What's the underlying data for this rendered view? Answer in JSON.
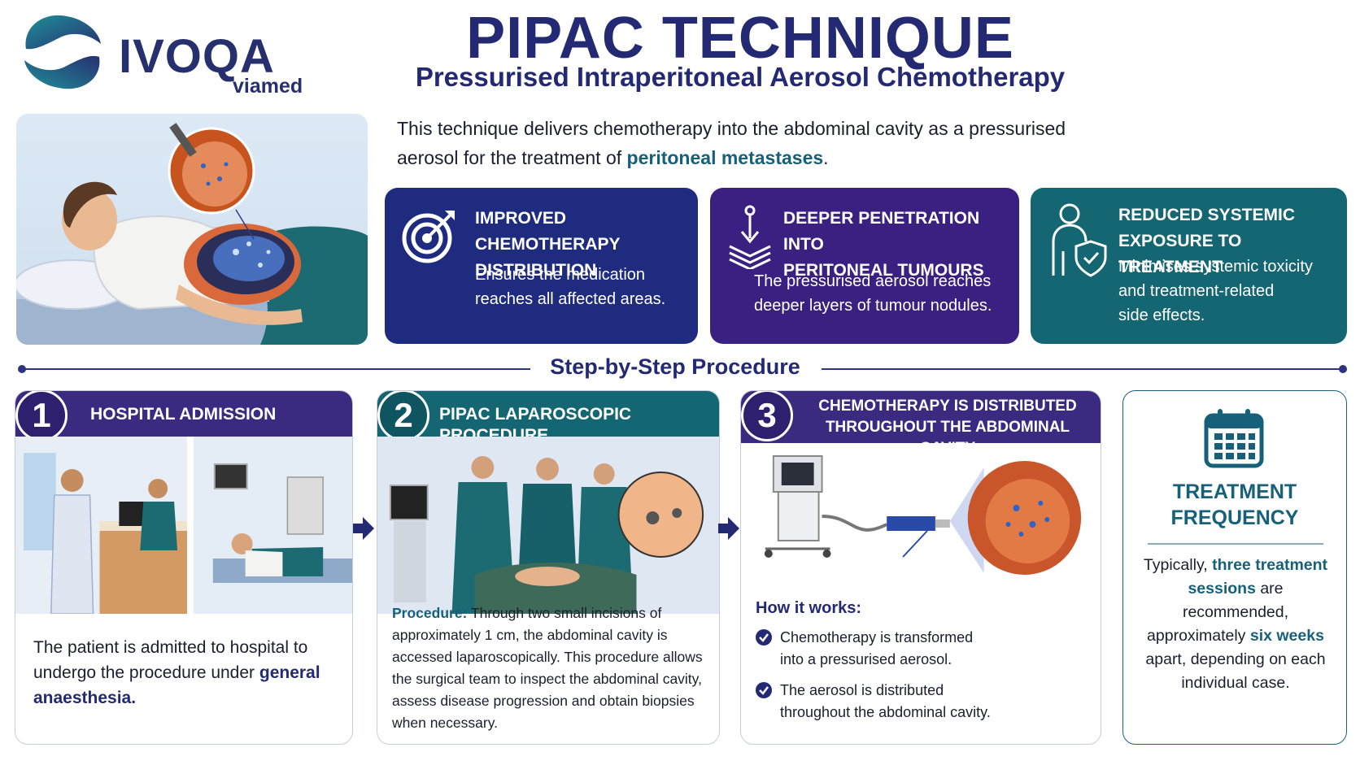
{
  "brand": {
    "name": "IVOQA",
    "sub": "viamed",
    "icon": "logo-mark-icon"
  },
  "header": {
    "title": "PIPAC TECHNIQUE",
    "subtitle": "Pressurised Intraperitoneal Aerosol Chemotherapy"
  },
  "intro": {
    "text_before": "This technique delivers chemotherapy into the abdominal cavity as a pressurised aerosol for the treatment of ",
    "highlight": "peritoneal metastases",
    "text_after": "."
  },
  "benefits": [
    {
      "icon": "target-icon",
      "title_1": "Improved chemotherapy",
      "title_2": "distribution",
      "text_1": "Ensures the medication",
      "text_2": "reaches all affected areas.",
      "color": "#1f2b7e"
    },
    {
      "icon": "penetration-arrow-icon",
      "title_1": "Deeper penetration into",
      "title_2": "peritoneal tumours",
      "text_1": "The pressurised aerosol reaches",
      "text_2": "deeper layers of tumour nodules.",
      "color": "#3a2080"
    },
    {
      "icon": "body-shield-icon",
      "title_1": "Reduced systemic",
      "title_2": "exposure to treatment",
      "text_1": "Minimises systemic toxicity",
      "text_2": "and treatment-related",
      "text_3": "side effects.",
      "color": "#136672"
    }
  ],
  "procedure": {
    "section_title": "Step-by-Step Procedure",
    "steps": [
      {
        "number": "1",
        "title": "Hospital admission",
        "text": "The patient is admitted to hospital to undergo the procedure under ",
        "highlight": "general anaesthesia."
      },
      {
        "number": "2",
        "title": "PIPAC laparoscopic procedure",
        "label": "Procedure:",
        "text": " Through two small incisions of approximately 1 cm, the abdominal cavity is accessed laparoscopically. This procedure allows the surgical team to inspect the abdominal cavity, assess disease progression and obtain biopsies when necessary."
      },
      {
        "number": "3",
        "title_1": "Chemotherapy is distributed",
        "title_2": "throughout the abdominal cavity",
        "how_title": "How it works:",
        "items": [
          {
            "line_1": "Chemotherapy is transformed",
            "line_2": "into a pressurised aerosol."
          },
          {
            "line_1": "The aerosol is distributed",
            "line_2": "throughout the abdominal cavity."
          }
        ]
      }
    ]
  },
  "frequency": {
    "icon": "calendar-icon",
    "title_1": "Treatment",
    "title_2": "frequency",
    "t1": "Typically, ",
    "h1": "three treatment sessions",
    "t2": " are recommended, approximately ",
    "h2": "six weeks",
    "t3": " apart, depending on each individual case."
  },
  "colors": {
    "navy": "#232a73",
    "purple": "#3a2080",
    "teal": "#136672",
    "highlight": "#17607a"
  }
}
